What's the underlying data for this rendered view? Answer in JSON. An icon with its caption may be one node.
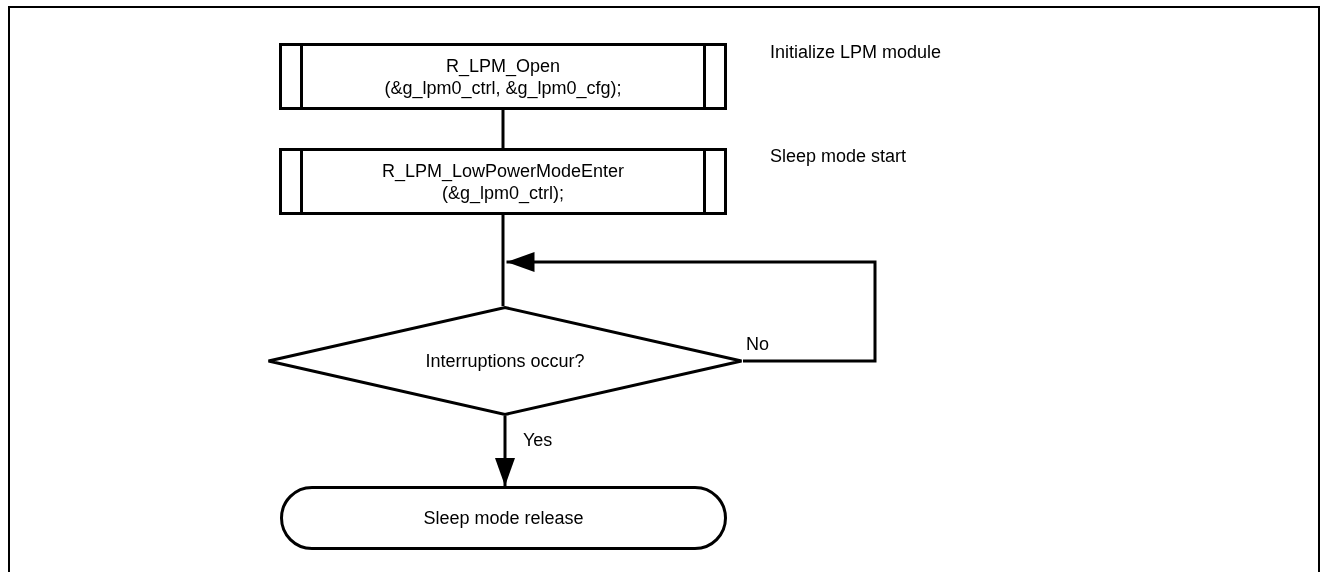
{
  "diagram": {
    "nodes": [
      {
        "text": [
          "R_LPM_Open (&g_lpm0_ctrl, &g_lpm0_cfg);"
        ],
        "beside": [
          "Initialize LPM module"
        ]
      },
      {
        "text": [
          "R_LPM_LowPowerModeEnter (&g_lpm0_ctrl);"
        ],
        "beside": [
          "Sleep mode start"
        ]
      },
      {
        "text": [
          "Interruptions occur?"
        ]
      },
      {
        "text": [
          "Sleep mode release"
        ]
      }
    ],
    "edges": [
      {
        "from": 0,
        "to": 1,
        "arrow": "none"
      },
      {
        "from": 1,
        "to": 2,
        "arrow": "none"
      },
      {
        "from": 2,
        "to": 2,
        "arrow": "to",
        "label": "No"
      },
      {
        "from": 2,
        "to": 3,
        "arrow": "to",
        "label": "Yes"
      }
    ]
  }
}
